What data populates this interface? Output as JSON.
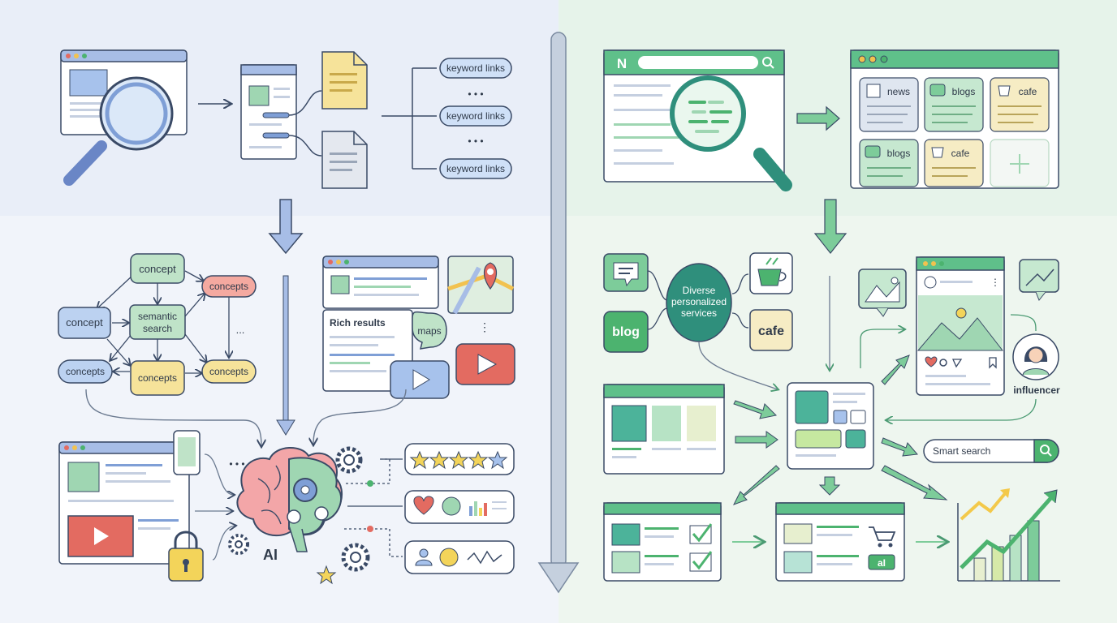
{
  "colors": {
    "left_bg_top": "#e9eef8",
    "left_bg_bottom": "#f1f4fa",
    "right_bg_top": "#e6f3ea",
    "right_bg_bottom": "#eef6ef",
    "blue": "#7f9fd6",
    "blue_dark": "#4a6aa8",
    "green": "#4cb36f",
    "green_dark": "#2f8a55",
    "teal": "#2f8f7c",
    "red": "#e36b61",
    "yellow": "#f3dd8a",
    "outline": "#3a4a66"
  },
  "left": {
    "keyword_links": [
      "keyword links",
      "keyword links",
      "keyword links"
    ],
    "dots": "• • •",
    "concept_graph": {
      "concept_top": "concept",
      "concept_left": "concept",
      "semantic_line1": "semantic",
      "semantic_line2": "search",
      "concepts_red": "concepts",
      "concepts_left": "concepts",
      "concepts_mid": "concepts",
      "concepts_right": "concepts",
      "ellipsis": "..."
    },
    "rich_results": "Rich results",
    "maps": "maps",
    "ai_label": "AI",
    "dots_small": "• • •"
  },
  "right": {
    "n_logo": "N",
    "tiles": {
      "news": "news",
      "blogs_1": "blogs",
      "cafe_1": "cafe",
      "blogs_2": "blogs",
      "cafe_2": "cafe"
    },
    "blog_bubble": "blog",
    "cafe_tile": "cafe",
    "diverse_line1": "Diverse",
    "diverse_line2": "personalized",
    "diverse_line3": "services",
    "influencer": "influencer",
    "smart_search": "Smart search",
    "ai_badge": "aI"
  }
}
